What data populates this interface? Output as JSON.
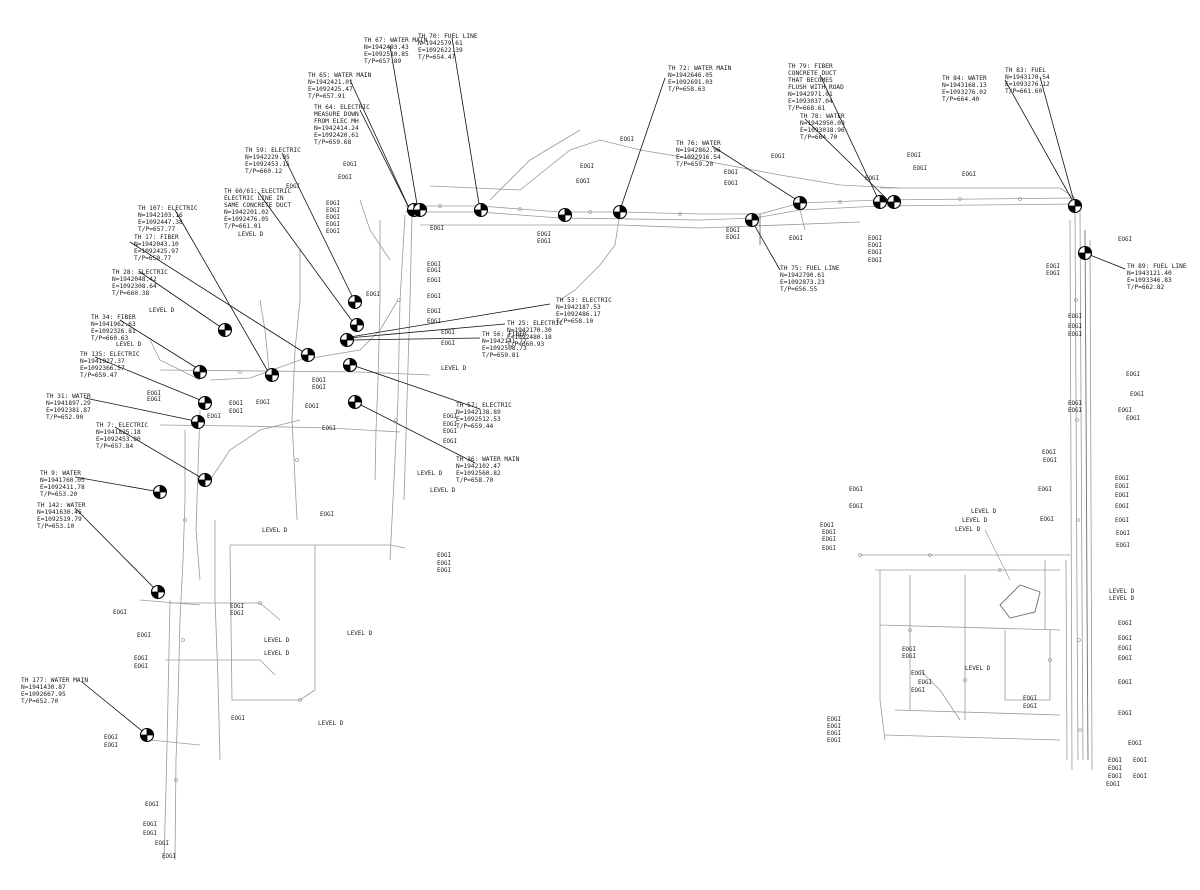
{
  "test_holes": [
    {
      "id": "th67",
      "lines": [
        "TH 67: WATER MAIN",
        "N=1942493.43",
        "E=1092510.85",
        "T/P=657.89"
      ]
    },
    {
      "id": "th70",
      "lines": [
        "TH 70: FUEL LINE",
        "N=1942579.61",
        "E=1092622.39",
        "T/P=654.47"
      ]
    },
    {
      "id": "th72",
      "lines": [
        "TH 72: WATER MAIN",
        "N=1942646.05",
        "E=1092691.03",
        "T/P=658.63"
      ]
    },
    {
      "id": "th79",
      "lines": [
        "TH 79: FIBER",
        "CONCRETE DUCT",
        "THAT BECOMES",
        "FLUSH WITH ROAD",
        "N=1942971.01",
        "E=1093037.04",
        "T/P=668.61"
      ]
    },
    {
      "id": "th83",
      "lines": [
        "TH 83: FUEL",
        "N=1943170.54",
        "E=1093276.12",
        "T/P=661.60"
      ]
    },
    {
      "id": "th84",
      "lines": [
        "TH 84: WATER",
        "N=1943168.13",
        "E=1093276.02",
        "T/P=664.40"
      ]
    },
    {
      "id": "th65",
      "lines": [
        "TH 65: WATER MAIN",
        "N=1942421.01",
        "E=1092425.47",
        "T/P=657.91"
      ]
    },
    {
      "id": "th64",
      "lines": [
        "TH 64: ELECTRIC",
        "MEASURE DOWN",
        "FROM ELEC MH",
        "N=1942414.24",
        "E=1092420.61",
        "T/P=659.68"
      ]
    },
    {
      "id": "th78",
      "lines": [
        "TH 78: WATER",
        "N=1942950.09",
        "E=1093018.96",
        "T/P=664.70"
      ]
    },
    {
      "id": "th76",
      "lines": [
        "TH 76: WATER",
        "N=1942862.96",
        "E=1092916.54",
        "T/P=659.20"
      ]
    },
    {
      "id": "th59",
      "lines": [
        "TH 59: ELECTRIC",
        "N=1942229.95",
        "E=1092453.15",
        "T/P=660.12"
      ]
    },
    {
      "id": "th60",
      "lines": [
        "TH 60/61: ELECTRIC",
        "ELECTRIC LINE IN",
        "SAME CONCRETE DUCT",
        "N=1942201.02",
        "E=1092476.05",
        "T/P=661.01"
      ]
    },
    {
      "id": "th107",
      "lines": [
        "TH 107: ELECTRIC",
        "N=1942103.16",
        "E=1092447.38",
        "T/P=657.77"
      ]
    },
    {
      "id": "th17",
      "lines": [
        "TH 17: FIBER",
        "N=1942043.10",
        "E=1092425.97",
        "T/P=659.77"
      ]
    },
    {
      "id": "th28",
      "lines": [
        "TH 28: ELECTRIC",
        "N=1942048.42",
        "E=1092308.64",
        "T/P=660.38"
      ]
    },
    {
      "id": "th34",
      "lines": [
        "TH 34: FIBER",
        "N=1941962.63",
        "E=1092326.81",
        "T/P=660.63"
      ]
    },
    {
      "id": "th135",
      "lines": [
        "TH 135: ELECTRIC",
        "N=1941927.37",
        "E=1092366.57",
        "T/P=659.47"
      ]
    },
    {
      "id": "th31",
      "lines": [
        "TH 31: WATER",
        "N=1941897.29",
        "E=1092381.87",
        "T/P=652.90"
      ]
    },
    {
      "id": "th7",
      "lines": [
        "TH 7: ELECTRIC",
        "N=1941825.18",
        "E=1092453.80",
        "T/P=657.84"
      ]
    },
    {
      "id": "th9",
      "lines": [
        "TH 9: WATER",
        "N=1941760.05",
        "E=1092411.78",
        "T/P=653.20"
      ]
    },
    {
      "id": "th142",
      "lines": [
        "TH 142: WATER",
        "N=1941630.45",
        "E=1092519.79",
        "T/P=653.10"
      ]
    },
    {
      "id": "th177",
      "lines": [
        "TH 177: WATER MAIN",
        "N=1941430.87",
        "E=1092667.95",
        "T/P=652.70"
      ]
    },
    {
      "id": "th53",
      "lines": [
        "TH 53: ELECTRIC",
        "N=1942187.53",
        "E=1092486.17",
        "T/P=658.10"
      ]
    },
    {
      "id": "th25",
      "lines": [
        "TH 25: ELECTRIC",
        "N=1942170.30",
        "E=1092480.18",
        "T/P=660.93"
      ]
    },
    {
      "id": "th56",
      "lines": [
        "TH 56: FIBER",
        "N=1942141.77",
        "E=1092508.73",
        "T/P=659.81"
      ]
    },
    {
      "id": "th57",
      "lines": [
        "TH 57: ELECTRIC",
        "N=1942138.89",
        "E=1092512.53",
        "T/P=659.44"
      ]
    },
    {
      "id": "th36",
      "lines": [
        "TH 36: WATER MAIN",
        "N=1942102.47",
        "E=1092560.82",
        "T/P=658.70"
      ]
    },
    {
      "id": "th75",
      "lines": [
        "TH 75: FUEL LINE",
        "N=1942790.61",
        "E=1092873.23",
        "T/P=656.55"
      ]
    },
    {
      "id": "th89",
      "lines": [
        "TH 89: FUEL LINE",
        "N=1943121.40",
        "E=1093346.83",
        "T/P=662.82"
      ]
    }
  ],
  "eogi_label": "EOGI",
  "level_d_label": "LEVEL D"
}
